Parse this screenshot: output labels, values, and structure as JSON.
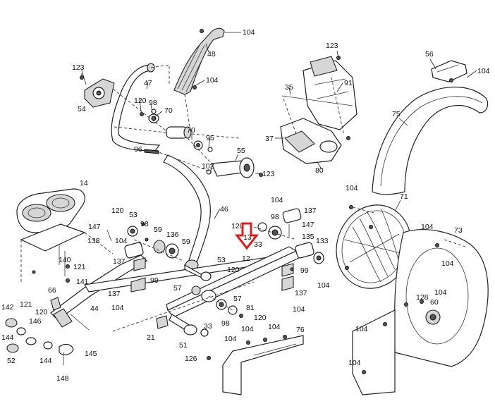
{
  "labels": {
    "l104_top": "104",
    "l48": "48",
    "l104_handle": "104",
    "l47": "47",
    "l123_left": "123",
    "l54": "54",
    "l120_a": "120",
    "l98_a": "98",
    "l70_a": "70",
    "l70_b": "70",
    "l95": "95",
    "l96": "96",
    "l55": "55",
    "l102": "102",
    "l123_mid": "123",
    "l46": "46",
    "l123_top": "123",
    "l35": "35",
    "l91": "91",
    "l37": "37",
    "l80": "80",
    "l56": "56",
    "l104_shroud": "104",
    "l75": "75",
    "l14": "14",
    "l138": "138",
    "l147_a": "147",
    "l120_b": "120",
    "l53_a": "53",
    "l98_b": "98",
    "l104_c": "104",
    "l59_a": "59",
    "l136": "136",
    "l59_b": "59",
    "l140": "140",
    "l121_a": "121",
    "l141": "141",
    "l121_b": "121",
    "l137_a": "137",
    "l99_a": "99",
    "l137_b": "137",
    "l104_d": "104",
    "l142": "142",
    "l146": "146",
    "l66": "66",
    "l120_c": "120",
    "l144_a": "144",
    "l44": "44",
    "l52": "52",
    "l144_b": "144",
    "l148": "148",
    "l145": "145",
    "l53_b": "53",
    "l120_d": "120",
    "l57_a": "57",
    "l57_b": "57",
    "l81": "81",
    "l98_c": "98",
    "l120_e": "120",
    "l21": "21",
    "l33_a": "33",
    "l51": "51",
    "l120_f": "120",
    "l13": "13",
    "l33_b": "33",
    "l12": "12",
    "l104_e": "104",
    "l98_d": "98",
    "l137_c": "137",
    "l147_b": "147",
    "l135": "135",
    "l133": "133",
    "l99_b": "99",
    "l137_d": "137",
    "l104_f": "104",
    "l104_g": "104",
    "l71": "71",
    "l104_h": "104",
    "l73": "73",
    "l104_i": "104",
    "l104_j": "104",
    "l128": "128",
    "l104_k": "104",
    "l60": "60",
    "l104_l": "104",
    "l104_m": "104",
    "l104_n": "104",
    "l104_o": "104",
    "l104_p": "104",
    "l76": "76",
    "l126": "126",
    "l104_q": "104"
  },
  "colors": {
    "highlight_arrow": "#e01b1b",
    "line": "#222222",
    "part_gray": "#d6d6d6"
  },
  "highlight": {
    "icon": "down-arrow-icon",
    "target_label": "12"
  }
}
